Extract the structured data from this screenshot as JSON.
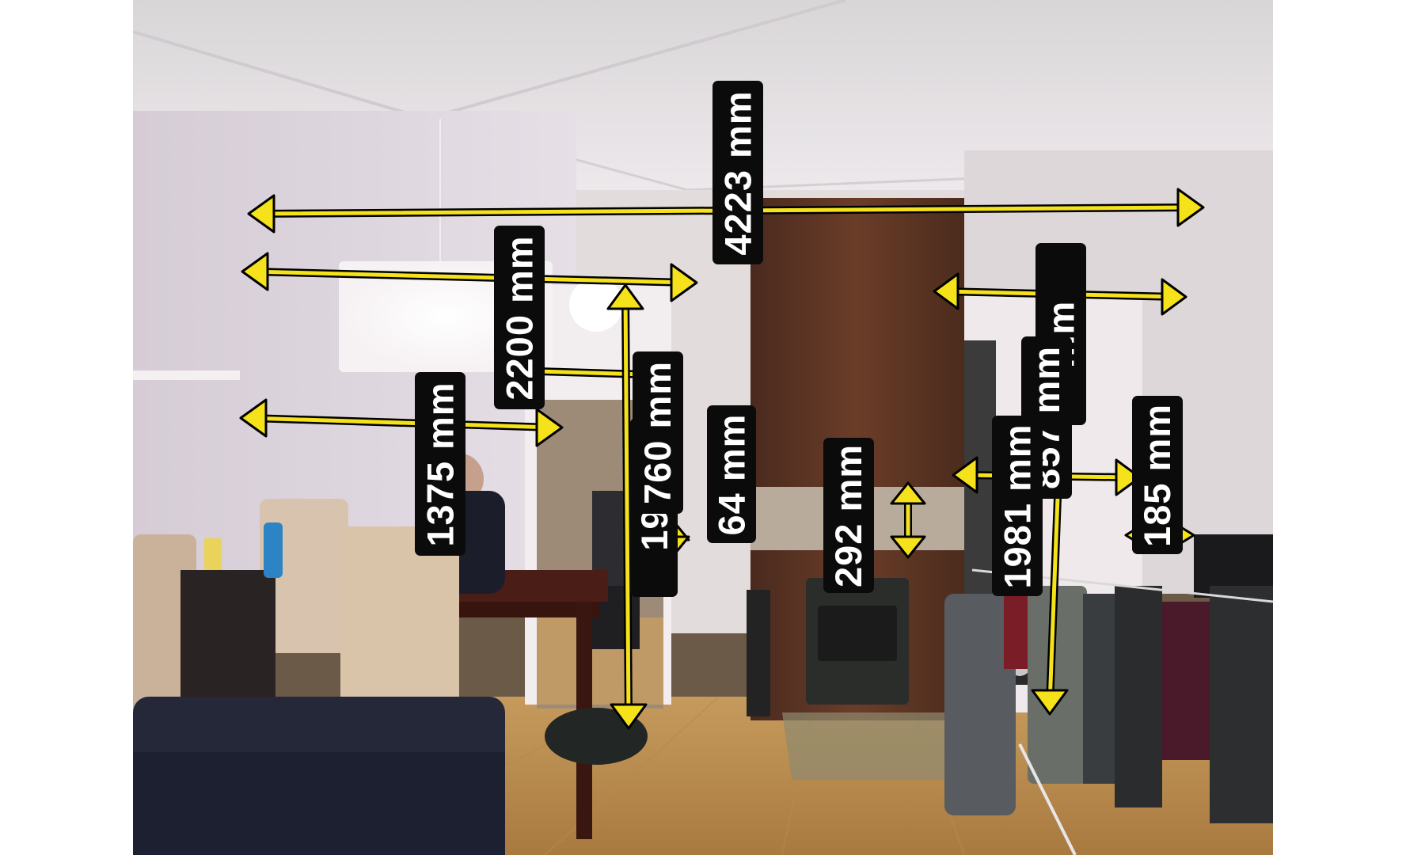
{
  "measurements": [
    {
      "id": "m4223",
      "label": "4223 mm"
    },
    {
      "id": "m2200",
      "label": "2200 mm"
    },
    {
      "id": "m1375",
      "label": "1375 mm"
    },
    {
      "id": "m760",
      "label": "760 mm"
    },
    {
      "id": "m1980",
      "label": "1980"
    },
    {
      "id": "m64",
      "label": "64 mm"
    },
    {
      "id": "m292",
      "label": "292 mm"
    },
    {
      "id": "mTopRight",
      "label": "mm"
    },
    {
      "id": "m857",
      "label": "857 mm"
    },
    {
      "id": "m1981",
      "label": "1981 mm"
    },
    {
      "id": "m185",
      "label": "185 mm"
    }
  ],
  "colors": {
    "arrow": "#f5e21a",
    "label_bg": "#0b0b0b",
    "label_text": "#ffffff"
  }
}
